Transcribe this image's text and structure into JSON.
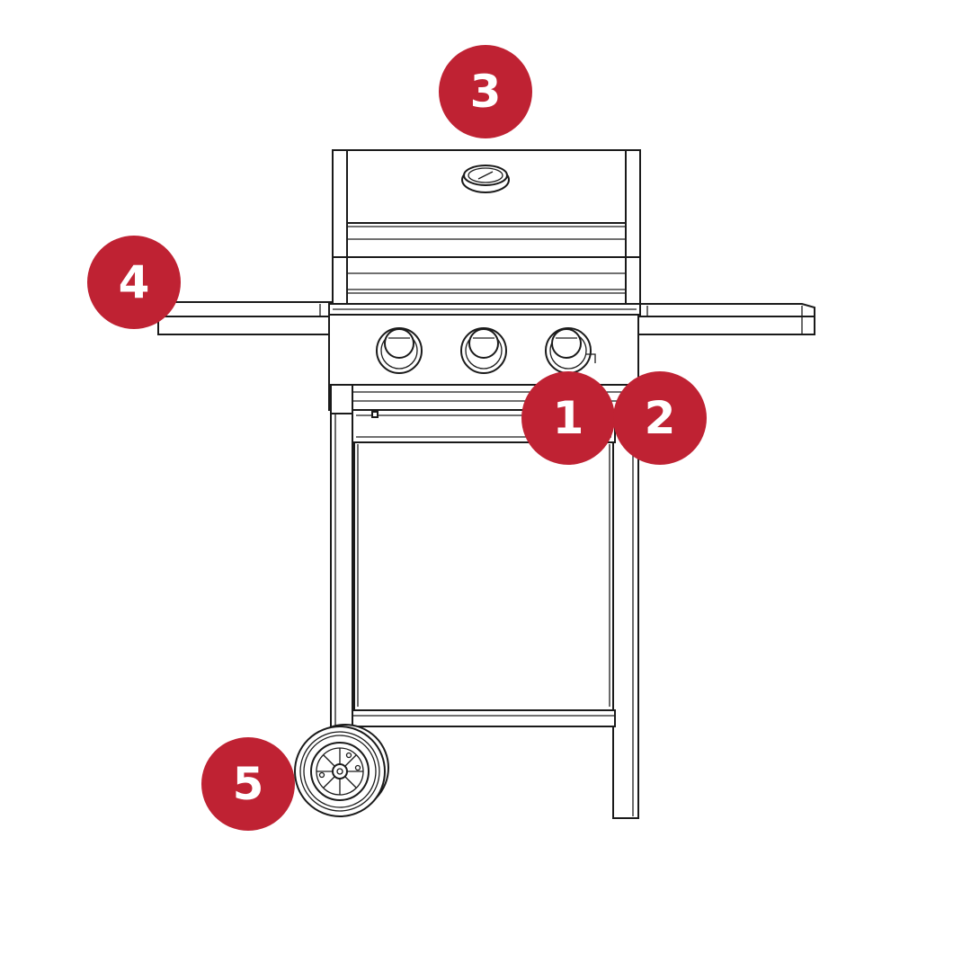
{
  "colors": {
    "badge": "#bf2233",
    "line": "#1a1a1a",
    "background": "#ffffff"
  },
  "callouts": [
    {
      "id": "badge-3",
      "label": "3",
      "target": "lid-thermometer"
    },
    {
      "id": "badge-4",
      "label": "4",
      "target": "side-shelf"
    },
    {
      "id": "badge-1",
      "label": "1",
      "target": "control-knob"
    },
    {
      "id": "badge-2",
      "label": "2",
      "target": "ignition"
    },
    {
      "id": "badge-5",
      "label": "5",
      "target": "wheel"
    }
  ]
}
